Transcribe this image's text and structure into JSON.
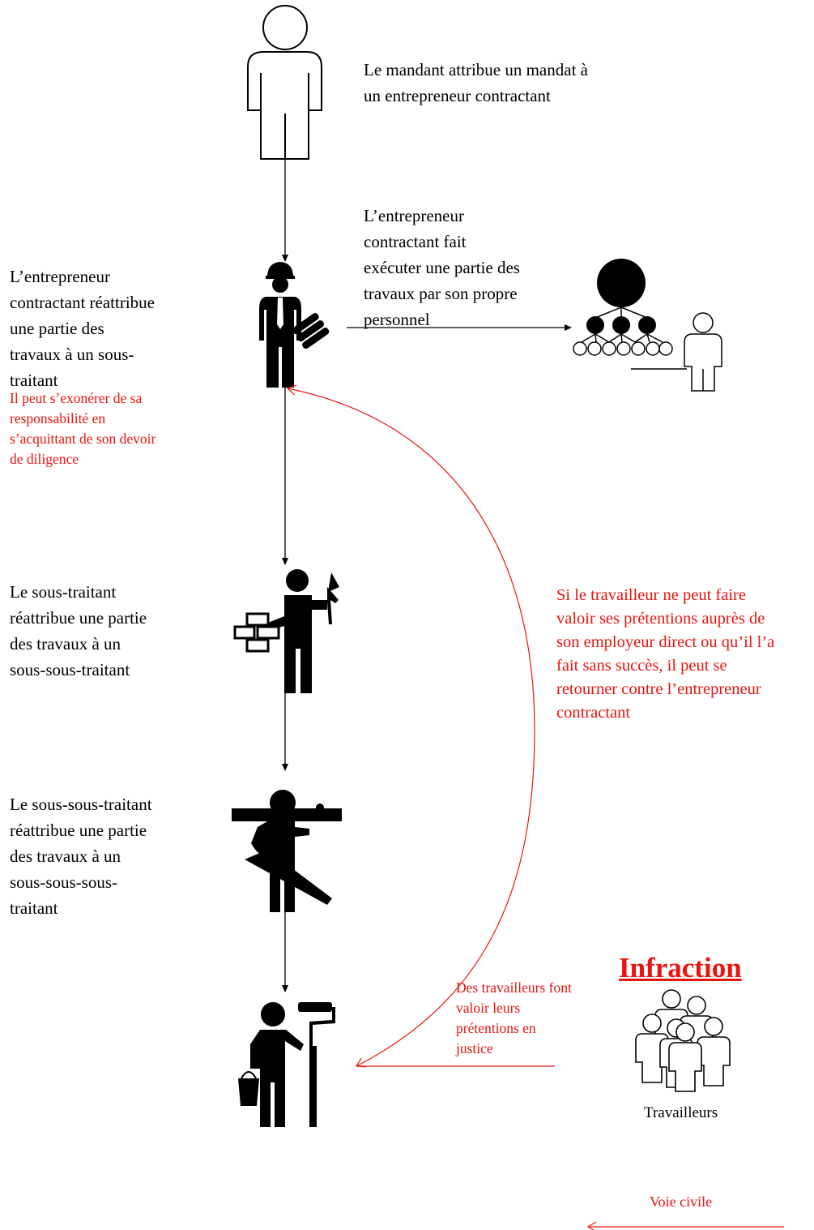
{
  "texts": {
    "mandant": "Le mandant attribue un mandat à\nun entrepreneur contractant",
    "propre_personnel": "L’entrepreneur\ncontractant fait\nexécuter une partie des\ntravaux par son propre\npersonnel",
    "contractant_reattribue": "L’entrepreneur\ncontractant réattribue\nune partie des\ntravaux à un sous-\ntraitant",
    "exonerer": "Il peut s’exonérer de sa\nresponsabilité en\ns’acquittant de son devoir\nde diligence",
    "sous_traitant": "Le sous-traitant\nréattribue une partie\ndes travaux à un\nsous-sous-traitant",
    "sous_sous_traitant": "Le sous-sous-traitant\nréattribue une partie\ndes travaux à un\nsous-sous-sous-\ntraitant",
    "si_travailleur": "Si le travailleur ne peut faire\nvaloir ses prétentions auprès de\nson employeur direct ou qu’il l’a\nfait sans succès, il peut se\nretourner contre l’entrepreneur\ncontractant",
    "pretentions_justice": "Des travailleurs font\nvaloir leurs\nprétentions en\njustice",
    "infraction": "Infraction",
    "travailleurs": "Travailleurs",
    "voie_civile": "Voie civile"
  },
  "colors": {
    "red": "#e8140f",
    "black": "#000000"
  },
  "icons": [
    "person-outline-icon",
    "engineer-icon",
    "org-chart-icon",
    "bricklayer-icon",
    "carpenter-icon",
    "painter-icon",
    "workers-group-icon"
  ]
}
